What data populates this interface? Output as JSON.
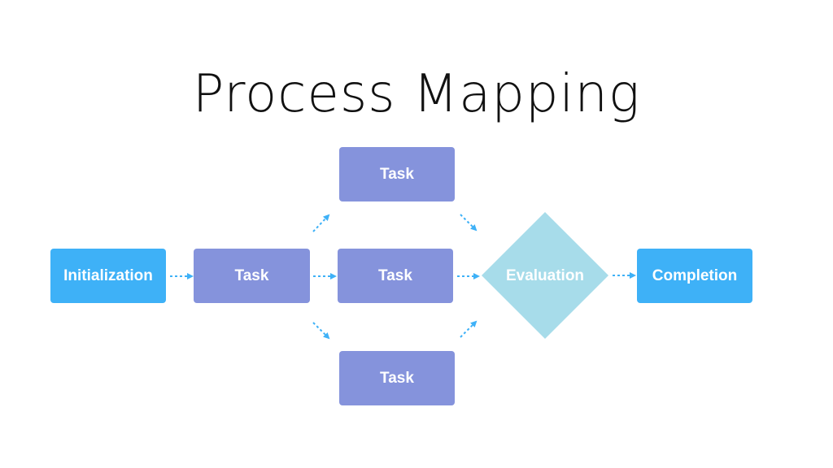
{
  "title": "Process Mapping",
  "nodes": {
    "start": "Initialization",
    "task_main": "Task",
    "task_top": "Task",
    "task_middle": "Task",
    "task_bottom": "Task",
    "evaluation": "Evaluation",
    "end": "Completion"
  },
  "colors": {
    "terminal": "#3eb1f7",
    "task": "#8593dc",
    "decision": "#a7dcea",
    "connector": "#3eb1f7"
  }
}
